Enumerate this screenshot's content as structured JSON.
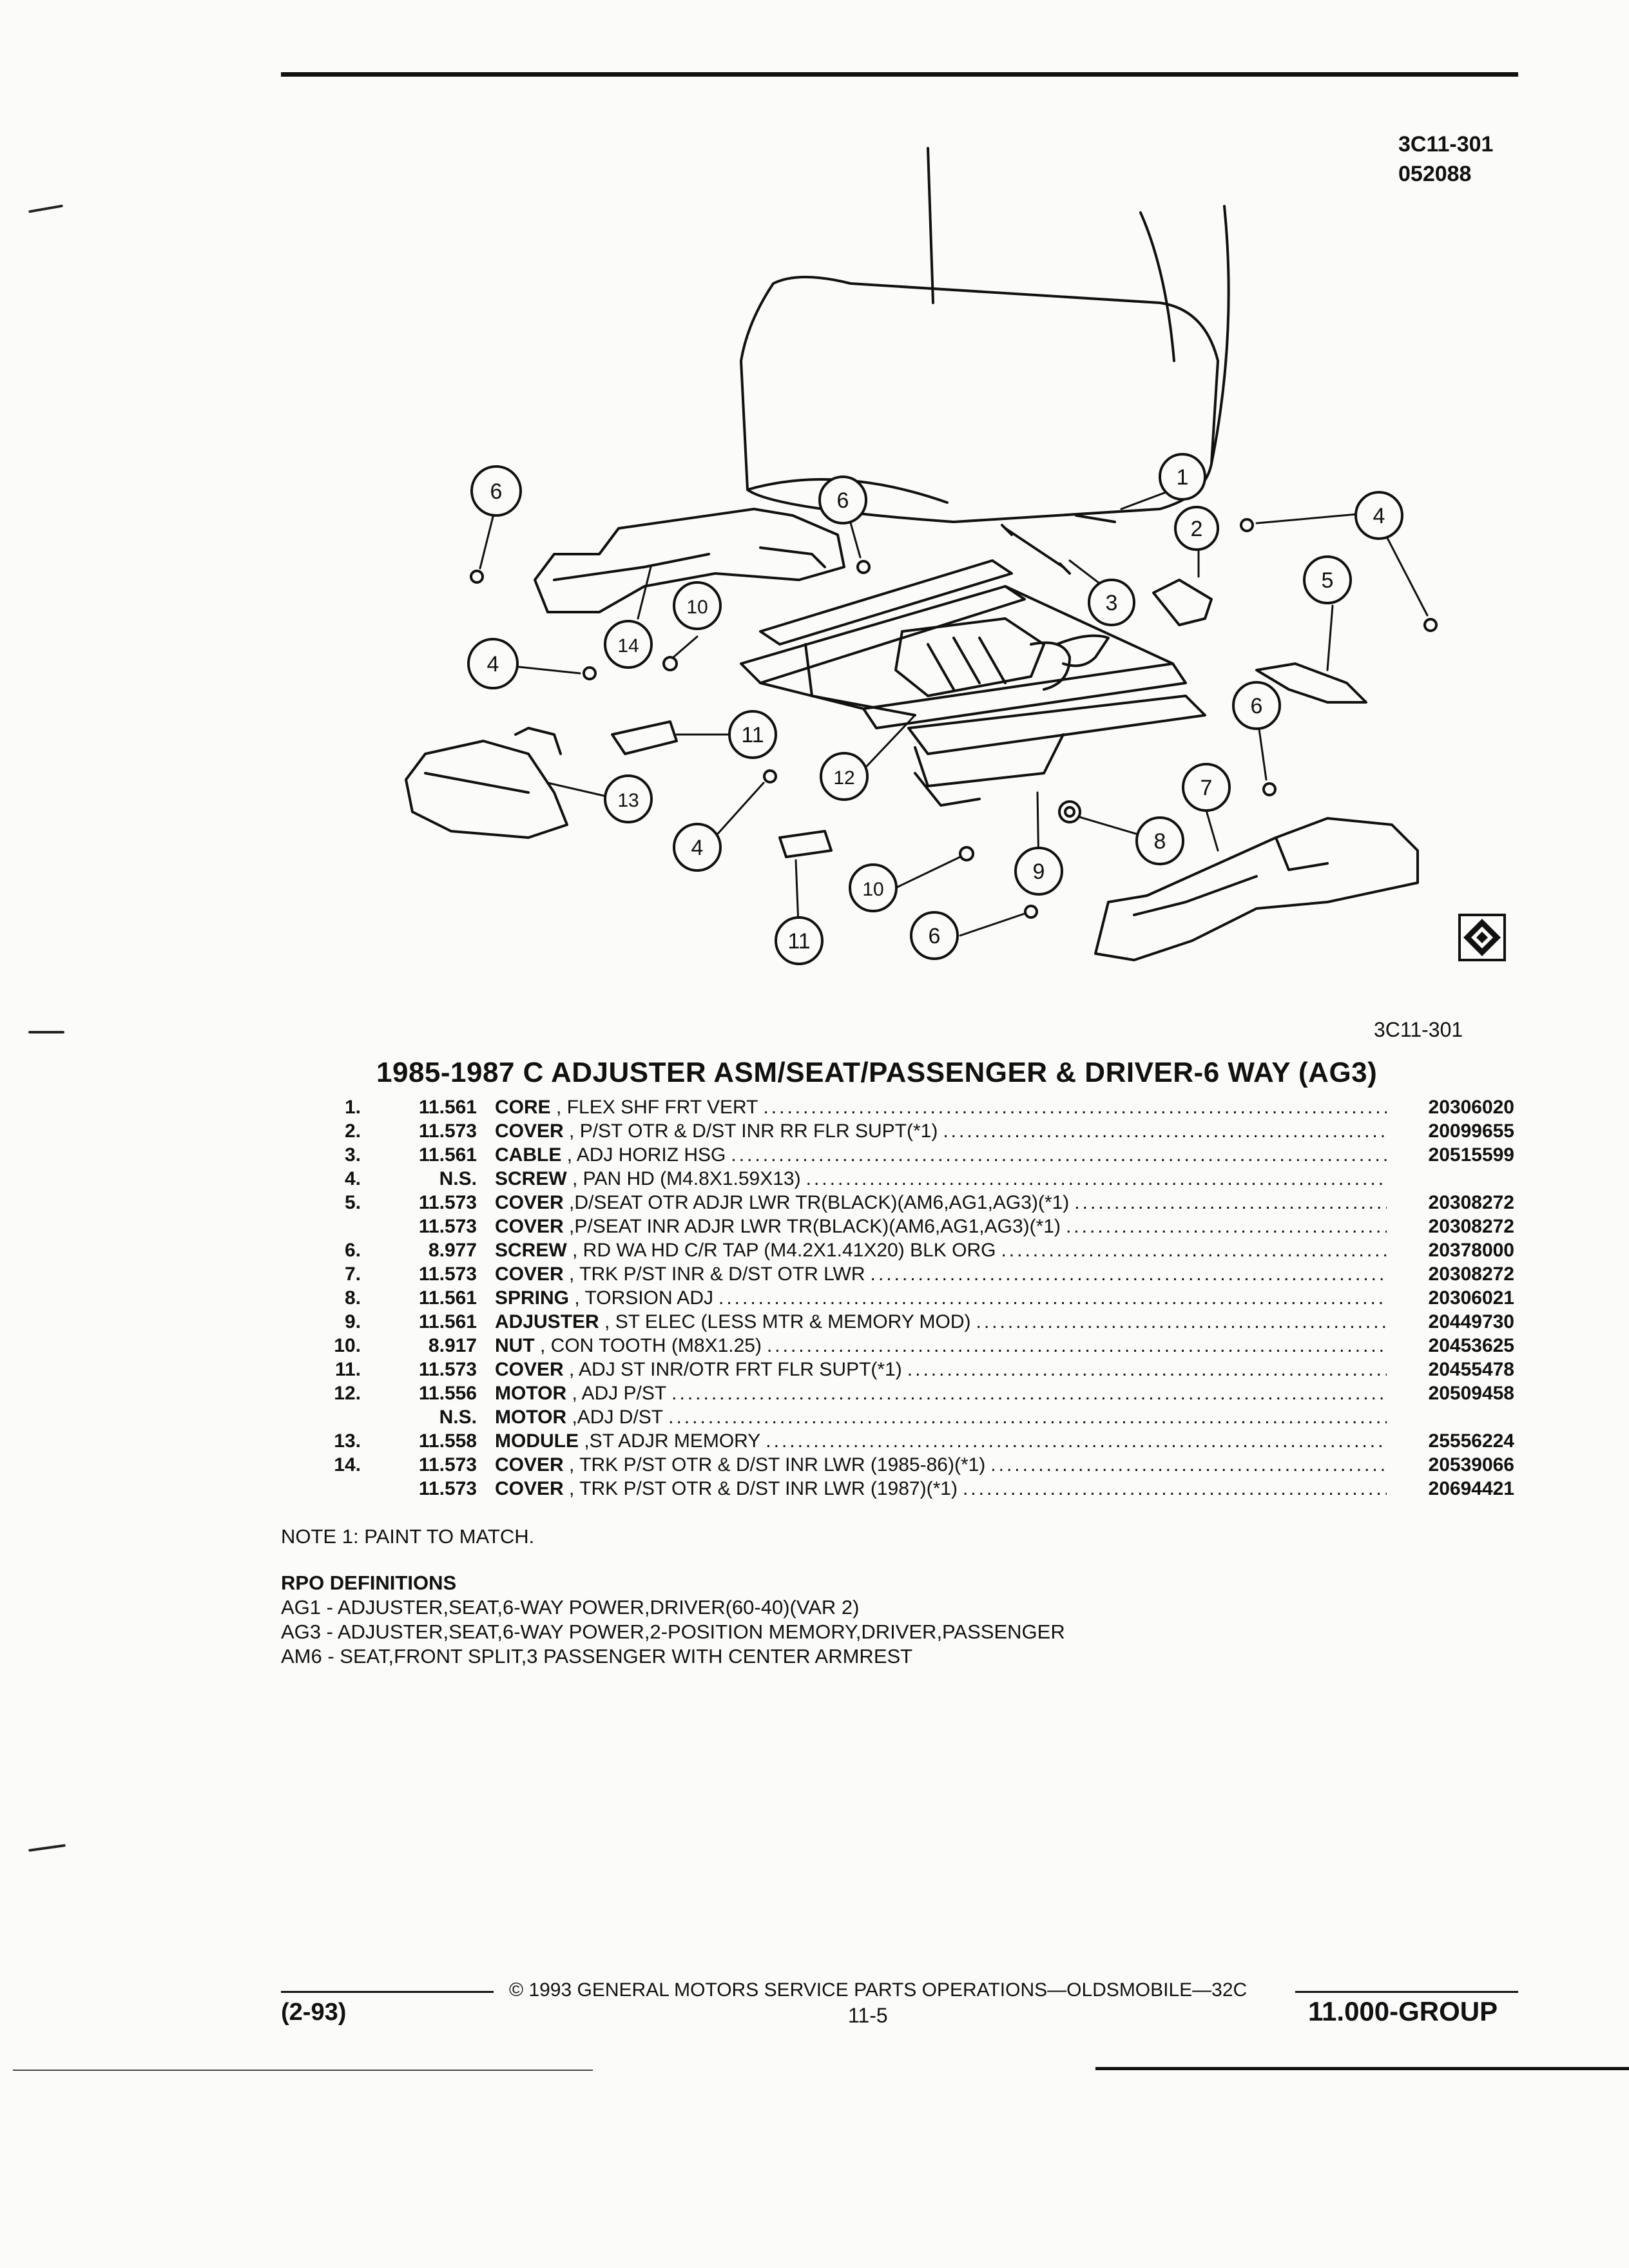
{
  "header": {
    "code": "3C11-301",
    "date": "052088"
  },
  "diagram": {
    "caption": "3C11-301",
    "callouts": [
      "1",
      "2",
      "3",
      "4",
      "4",
      "4",
      "5",
      "6",
      "6",
      "6",
      "6",
      "7",
      "8",
      "9",
      "10",
      "10",
      "11",
      "11",
      "12",
      "13",
      "14"
    ]
  },
  "section_title": "1985-1987 C ADJUSTER ASM/SEAT/PASSENGER & DRIVER-6 WAY (AG3)",
  "parts": [
    {
      "item": "1.",
      "group": "11.561",
      "name": "CORE",
      "detail": ", FLEX SHF FRT VERT",
      "pn": "20306020"
    },
    {
      "item": "2.",
      "group": "11.573",
      "name": "COVER",
      "detail": ", P/ST OTR & D/ST INR RR FLR SUPT(*1)",
      "pn": "20099655"
    },
    {
      "item": "3.",
      "group": "11.561",
      "name": "CABLE",
      "detail": ", ADJ HORIZ HSG",
      "pn": "20515599"
    },
    {
      "item": "4.",
      "group": "N.S.",
      "name": "SCREW",
      "detail": ", PAN HD (M4.8X1.59X13)",
      "pn": ""
    },
    {
      "item": "5.",
      "group": "11.573",
      "name": "COVER",
      "detail": ",D/SEAT OTR ADJR LWR TR(BLACK)(AM6,AG1,AG3)(*1)",
      "pn": "20308272"
    },
    {
      "item": "",
      "group": "11.573",
      "name": "COVER",
      "detail": ",P/SEAT INR ADJR LWR TR(BLACK)(AM6,AG1,AG3)(*1)",
      "pn": "20308272"
    },
    {
      "item": "6.",
      "group": "8.977",
      "name": "SCREW",
      "detail": ", RD WA HD C/R TAP (M4.2X1.41X20) BLK ORG",
      "pn": "20378000"
    },
    {
      "item": "7.",
      "group": "11.573",
      "name": "COVER",
      "detail": ", TRK P/ST INR & D/ST OTR LWR",
      "pn": "20308272"
    },
    {
      "item": "8.",
      "group": "11.561",
      "name": "SPRING",
      "detail": ", TORSION ADJ",
      "pn": "20306021"
    },
    {
      "item": "9.",
      "group": "11.561",
      "name": "ADJUSTER",
      "detail": ", ST ELEC (LESS MTR & MEMORY MOD)",
      "pn": "20449730"
    },
    {
      "item": "10.",
      "group": "8.917",
      "name": "NUT",
      "detail": ", CON TOOTH (M8X1.25)",
      "pn": "20453625"
    },
    {
      "item": "11.",
      "group": "11.573",
      "name": "COVER",
      "detail": ", ADJ ST INR/OTR FRT FLR SUPT(*1)",
      "pn": "20455478"
    },
    {
      "item": "12.",
      "group": "11.556",
      "name": "MOTOR",
      "detail": ", ADJ P/ST",
      "pn": "20509458"
    },
    {
      "item": "",
      "group": "N.S.",
      "name": "MOTOR",
      "detail": ",ADJ D/ST",
      "pn": ""
    },
    {
      "item": "13.",
      "group": "11.558",
      "name": "MODULE",
      "detail": ",ST ADJR MEMORY",
      "pn": "25556224"
    },
    {
      "item": "14.",
      "group": "11.573",
      "name": "COVER",
      "detail": ", TRK P/ST OTR & D/ST INR LWR (1985-86)(*1)",
      "pn": "20539066"
    },
    {
      "item": "",
      "group": "11.573",
      "name": "COVER",
      "detail": ", TRK P/ST OTR & D/ST INR LWR (1987)(*1)",
      "pn": "20694421"
    }
  ],
  "note": "NOTE  1:  PAINT TO MATCH.",
  "rpo": {
    "heading": "RPO DEFINITIONS",
    "lines": [
      "AG1 - ADJUSTER,SEAT,6-WAY POWER,DRIVER(60-40)(VAR 2)",
      "AG3 - ADJUSTER,SEAT,6-WAY POWER,2-POSITION MEMORY,DRIVER,PASSENGER",
      "AM6 - SEAT,FRONT SPLIT,3 PASSENGER WITH CENTER ARMREST"
    ]
  },
  "footer": {
    "copyright": "© 1993 GENERAL MOTORS SERVICE PARTS OPERATIONS—OLDSMOBILE—32C",
    "date": "(2-93)",
    "page": "11-5",
    "group": "11.000-GROUP"
  }
}
